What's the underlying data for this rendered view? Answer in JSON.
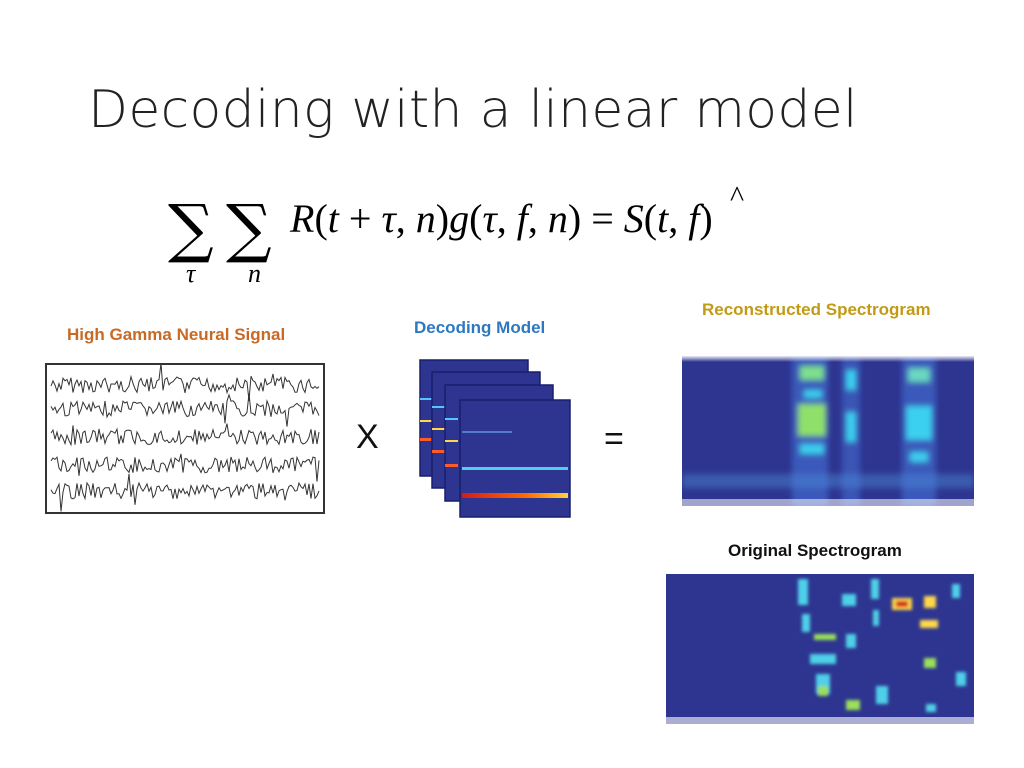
{
  "title": "Decoding with a linear model",
  "formula": {
    "sum1_sub": "τ",
    "sum2_sub": "n",
    "R": "R",
    "open1": "(",
    "t1": "t",
    "plus": " + ",
    "tau1": "τ",
    "comma1": ", ",
    "n1": "n",
    "close1": ")",
    "g": "g",
    "open2": "(",
    "tau2": "τ",
    "comma2": ", ",
    "f1": "f",
    "comma3": ", ",
    "n2": "n",
    "close2": ")",
    "equals": " = ",
    "S": "S",
    "hat": "^",
    "open3": "(",
    "t2": "t",
    "comma4": ", ",
    "f2": "f",
    "close3": ")"
  },
  "labels": {
    "signal": "High Gamma Neural Signal",
    "model": "Decoding Model",
    "reconstructed": "Reconstructed Spectrogram",
    "original": "Original Spectrogram"
  },
  "operators": {
    "times": "X",
    "equals": "="
  },
  "colors": {
    "signal_label": "#c86a25",
    "model_label": "#2e78c2",
    "reconstructed_label": "#c29a17",
    "original_label": "#111111",
    "spectrogram_background": "#2d3590"
  }
}
